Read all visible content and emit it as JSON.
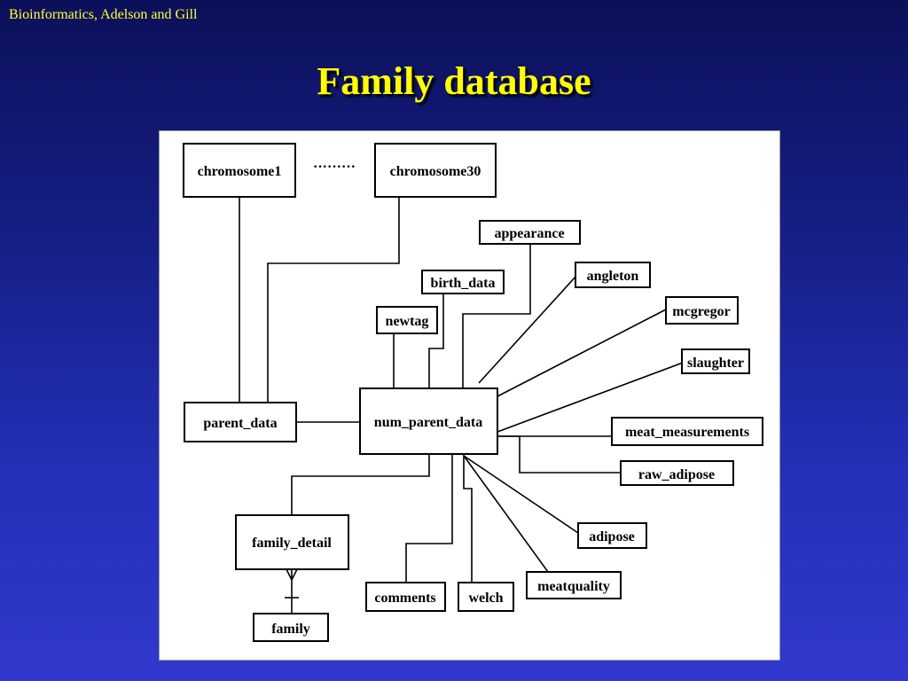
{
  "slide": {
    "credit": "Bioinformatics, Adelson and Gill",
    "title": "Family database"
  },
  "diagram": {
    "entities": {
      "chromosome1": "chromosome1",
      "dots": "·········",
      "chromosome30": "chromosome30",
      "appearance": "appearance",
      "birth_data": "birth_data",
      "angleton": "angleton",
      "newtag": "newtag",
      "mcgregor": "mcgregor",
      "slaughter": "slaughter",
      "parent_data": "parent_data",
      "num_parent_data": "num_parent_data",
      "meat_measurements": "meat_measurements",
      "raw_adipose": "raw_adipose",
      "family_detail": "family_detail",
      "adipose": "adipose",
      "meatquality": "meatquality",
      "comments": "comments",
      "welch": "welch",
      "family": "family"
    }
  }
}
